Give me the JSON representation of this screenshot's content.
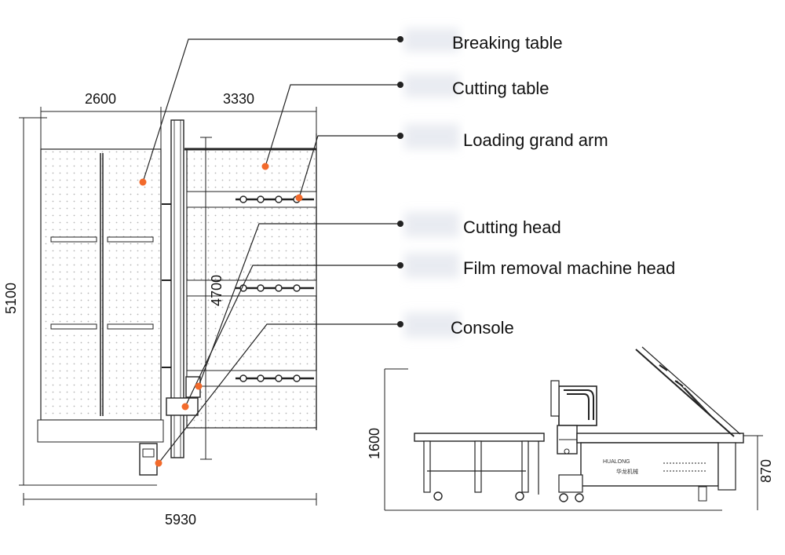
{
  "callouts": [
    {
      "id": "breaking-table",
      "label": "Breaking table"
    },
    {
      "id": "cutting-table",
      "label": "Cutting table"
    },
    {
      "id": "loading-arm",
      "label": "Loading grand arm"
    },
    {
      "id": "cutting-head",
      "label": "Cutting head"
    },
    {
      "id": "film-removal-head",
      "label": "Film removal machine head"
    },
    {
      "id": "console",
      "label": "Console"
    }
  ],
  "dimensions": {
    "top_left": "2600",
    "top_right": "3330",
    "overall_height": "5100",
    "inner_height": "4700",
    "overall_width": "5930",
    "side_height": "1600",
    "side_table_height": "870"
  },
  "brand_text": "HUALONG",
  "brand_subtext": "华龙机械",
  "colors": {
    "marker": "#f26a2b",
    "line": "#222222",
    "table_fill": "#fbfbfb"
  }
}
